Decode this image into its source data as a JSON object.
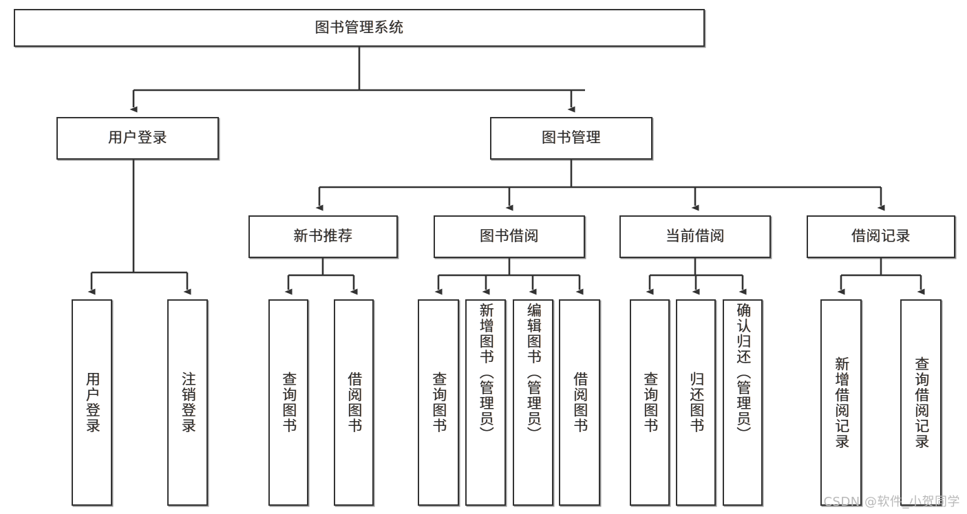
{
  "diagram": {
    "type": "tree-hierarchy-chart",
    "title": "图书管理系统",
    "colors": {
      "box_stroke": "#333333",
      "box_fill": "#ffffff",
      "edge": "#333333",
      "text": "#2b2b2b",
      "watermark": "#b9b9b9",
      "background": "#ffffff"
    },
    "nodes": {
      "root": {
        "label": "图书管理系统"
      },
      "level2": [
        {
          "id": "user-login",
          "label": "用户登录"
        },
        {
          "id": "book-manage",
          "label": "图书管理"
        }
      ],
      "level3": [
        {
          "id": "new-book-rec",
          "label": "新书推荐"
        },
        {
          "id": "book-borrow",
          "label": "图书借阅"
        },
        {
          "id": "current-borrow",
          "label": "当前借阅"
        },
        {
          "id": "borrow-record",
          "label": "借阅记录"
        }
      ],
      "leaves": {
        "user-login": [
          {
            "id": "leaf-user-login",
            "label": "用户登录"
          },
          {
            "id": "leaf-logout",
            "label": "注销登录"
          }
        ],
        "new-book-rec": [
          {
            "id": "leaf-query-book-1",
            "label": "查询图书"
          },
          {
            "id": "leaf-borrow-book-1",
            "label": "借阅图书"
          }
        ],
        "book-borrow": [
          {
            "id": "leaf-query-book-2",
            "label": "查询图书"
          },
          {
            "id": "leaf-add-book",
            "label": "新增图书（管理员）"
          },
          {
            "id": "leaf-edit-book",
            "label": "编辑图书（管理员）"
          },
          {
            "id": "leaf-borrow-book-2",
            "label": "借阅图书"
          }
        ],
        "current-borrow": [
          {
            "id": "leaf-query-book-3",
            "label": "查询图书"
          },
          {
            "id": "leaf-return-book",
            "label": "归还图书"
          },
          {
            "id": "leaf-confirm-return",
            "label": "确认归还（管理员）"
          }
        ],
        "borrow-record": [
          {
            "id": "leaf-add-record",
            "label": "新增借阅记录"
          },
          {
            "id": "leaf-query-record",
            "label": "查询借阅记录"
          }
        ]
      }
    },
    "watermark": "CSDN @软件_小贺同学"
  }
}
